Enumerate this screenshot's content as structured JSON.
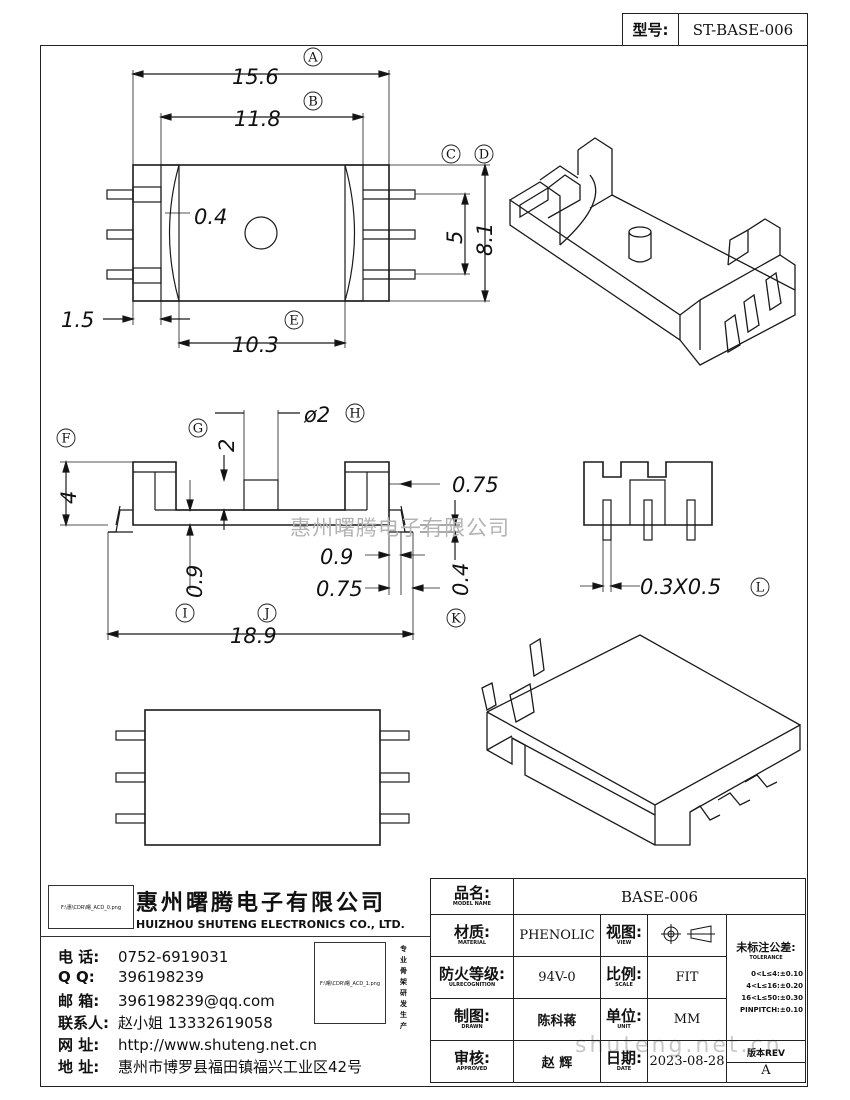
{
  "model": {
    "label": "型号:",
    "value": "ST-BASE-006"
  },
  "dims": {
    "d156": "15.6",
    "d118": "11.8",
    "d04a": "0.4",
    "d5": "5",
    "d81": "8.1",
    "d15": "1.5",
    "d103": "10.3",
    "d2": "2",
    "dphi2": "ø2",
    "d4": "4",
    "d075a": "0.75",
    "d09a": "0.9",
    "d09b": "0.9",
    "d075b": "0.75",
    "d04b": "0.4",
    "d189": "18.9",
    "d03x05": "0.3X0.5"
  },
  "markers": [
    "A",
    "B",
    "C",
    "D",
    "E",
    "F",
    "G",
    "H",
    "I",
    "J",
    "K",
    "L"
  ],
  "watermark": "惠州曙腾电子有限公司",
  "site_watermark": "shuteng.net.cn",
  "company": {
    "logo_text": "F:\\惠\\CDR\\曙_ACD_0.png",
    "logo2_text": "F:\\曙\\CDR\\曙_ACD_1.png",
    "name_cn": "惠州曙腾电子有限公司",
    "name_en": "HUIZHOU SHUTENG ELECTRONICS CO., LTD.",
    "vertical": "专业骨架研发生产",
    "contacts": [
      {
        "label": "电  话:",
        "value": "0752-6919031"
      },
      {
        "label": "Q   Q:",
        "value": "396198239"
      },
      {
        "label": "邮  箱:",
        "value": "396198239@qq.com"
      },
      {
        "label": "联系人:",
        "value": "赵小姐 13332619058"
      },
      {
        "label": "网  址:",
        "value": "http://www.shuteng.net.cn"
      },
      {
        "label": "地  址:",
        "value": "惠州市博罗县福田镇福兴工业区42号"
      }
    ]
  },
  "title_block": {
    "name_label": "品名:",
    "name_sub": "MODEL NAME",
    "name_value": "BASE-006",
    "material_label": "材质:",
    "material_sub": "MATERIAL",
    "material_value": "PHENOLIC",
    "view_label": "视图:",
    "view_sub": "VIEW",
    "fire_label": "防火等级:",
    "fire_sub": "ULRECOGNITION",
    "fire_value": "94V-0",
    "scale_label": "比例:",
    "scale_sub": "SCALE",
    "scale_value": "FIT",
    "drawn_label": "制图:",
    "drawn_sub": "DRAWN",
    "drawn_value": "陈科蒋",
    "unit_label": "单位:",
    "unit_sub": "UNIT",
    "unit_value": "MM",
    "approved_label": "审核:",
    "approved_sub": "APPROVED",
    "approved_value": "赵  辉",
    "date_label": "日期:",
    "date_sub": "DATE",
    "date_value": "2023-08-28",
    "tol_title": "未标注公差:",
    "tol_sub": "TOLERANCE",
    "tol_lines": [
      "0<L≤4:±0.10",
      "4<L≤16:±0.20",
      "16<L≤50:±0.30",
      "PINPITCH:±0.10"
    ],
    "rev_label": "版本REV",
    "rev_value": "A"
  }
}
